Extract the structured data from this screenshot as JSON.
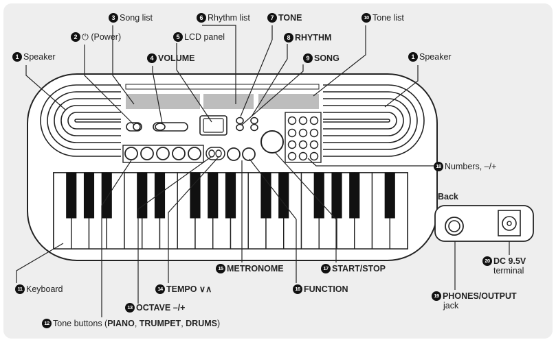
{
  "callouts": {
    "speaker_left": {
      "num": "1",
      "text": "Speaker"
    },
    "power": {
      "num": "2",
      "text": "⏻ (Power)"
    },
    "song_list": {
      "num": "3",
      "text": "Song list"
    },
    "volume": {
      "num": "4",
      "text": "VOLUME"
    },
    "lcd_panel": {
      "num": "5",
      "text": "LCD panel"
    },
    "rhythm_list": {
      "num": "6",
      "text": "Rhythm list"
    },
    "tone": {
      "num": "7",
      "text": "TONE"
    },
    "rhythm": {
      "num": "8",
      "text": "RHYTHM"
    },
    "song": {
      "num": "9",
      "text": "SONG"
    },
    "tone_list": {
      "num": "10",
      "text": "Tone list"
    },
    "speaker_right": {
      "num": "1",
      "text": "Speaker"
    },
    "numbers": {
      "num": "18",
      "text": "Numbers, –/+"
    },
    "keyboard": {
      "num": "11",
      "text": "Keyboard"
    },
    "tone_buttons": {
      "num": "12",
      "pre": "Tone buttons (",
      "b1": "PIANO",
      "s1": ", ",
      "b2": "TRUMPET",
      "s2": ", ",
      "b3": "DRUMS",
      "post": ")"
    },
    "octave": {
      "num": "13",
      "text": "OCTAVE –/+"
    },
    "tempo": {
      "num": "14",
      "text": "TEMPO ∨∧"
    },
    "metronome": {
      "num": "15",
      "text": "METRONOME"
    },
    "function": {
      "num": "16",
      "text": "FUNCTION"
    },
    "start_stop": {
      "num": "17",
      "text": "START/STOP"
    },
    "phones": {
      "num": "19",
      "text": "PHONES/OUTPUT",
      "sub": "jack"
    },
    "dc": {
      "num": "20",
      "text": "DC 9.5V",
      "sub": "terminal"
    }
  },
  "back_panel": {
    "title": "Back"
  }
}
